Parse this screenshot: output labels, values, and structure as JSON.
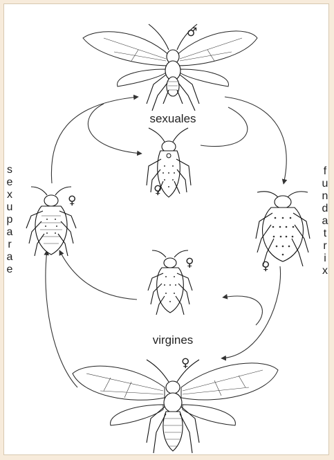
{
  "labels": {
    "sexuales": "sexuales",
    "virgines": "virgines",
    "fundatrix": [
      "f",
      "u",
      "n",
      "d",
      "a",
      "t",
      "r",
      "i",
      "x"
    ],
    "sexuparae": [
      "s",
      "e",
      "x",
      "u",
      "p",
      "a",
      "r",
      "a",
      "e"
    ]
  },
  "symbols": {
    "male": "♂",
    "female": "♀"
  },
  "colors": {
    "page_background": "#f7ebdb",
    "panel_background": "#ffffff"
  }
}
